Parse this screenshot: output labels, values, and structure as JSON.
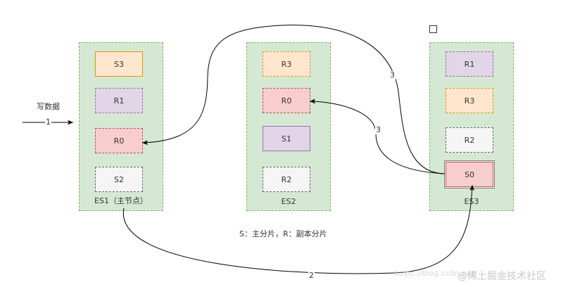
{
  "legend": "S：主分片，R：副本分片",
  "write_label": "写数据",
  "colors": {
    "node_fill": "#d5e8d4",
    "node_border": "#82b366",
    "orange_fill": "#ffe6cc",
    "orange_border": "#d79b00",
    "purple_fill": "#e1d5e7",
    "purple_border": "#9673a6",
    "red_fill": "#f8cecc",
    "red_border": "#b85450",
    "gray_fill": "#f5f5f5",
    "gray_border": "#666666",
    "edge": "#000000"
  },
  "nodes": [
    {
      "label": "ES1（主节点）",
      "shards": [
        {
          "label": "S3",
          "color": "orange",
          "style": "solid"
        },
        {
          "label": "R1",
          "color": "purple",
          "style": "dashed"
        },
        {
          "label": "R0",
          "color": "red",
          "style": "dashed"
        },
        {
          "label": "S2",
          "color": "gray",
          "style": "dashed"
        }
      ]
    },
    {
      "label": "ES2",
      "shards": [
        {
          "label": "R3",
          "color": "orange",
          "style": "dashed"
        },
        {
          "label": "R0",
          "color": "red",
          "style": "dashed"
        },
        {
          "label": "S1",
          "color": "purple",
          "style": "solid"
        },
        {
          "label": "R2",
          "color": "gray",
          "style": "dashed"
        }
      ]
    },
    {
      "label": "ES3",
      "shards": [
        {
          "label": "R1",
          "color": "purple",
          "style": "dashed"
        },
        {
          "label": "R3",
          "color": "orange",
          "style": "dashed"
        },
        {
          "label": "R2",
          "color": "gray",
          "style": "dashed"
        },
        {
          "label": "S0",
          "color": "red",
          "style": "solid"
        }
      ]
    }
  ],
  "edges": [
    {
      "label": "1"
    },
    {
      "label": "2"
    },
    {
      "label": "3"
    },
    {
      "label": "3"
    }
  ],
  "watermark": {
    "main": "@稀土掘金技术社区",
    "faint": "https://blog.csdn.net/"
  }
}
